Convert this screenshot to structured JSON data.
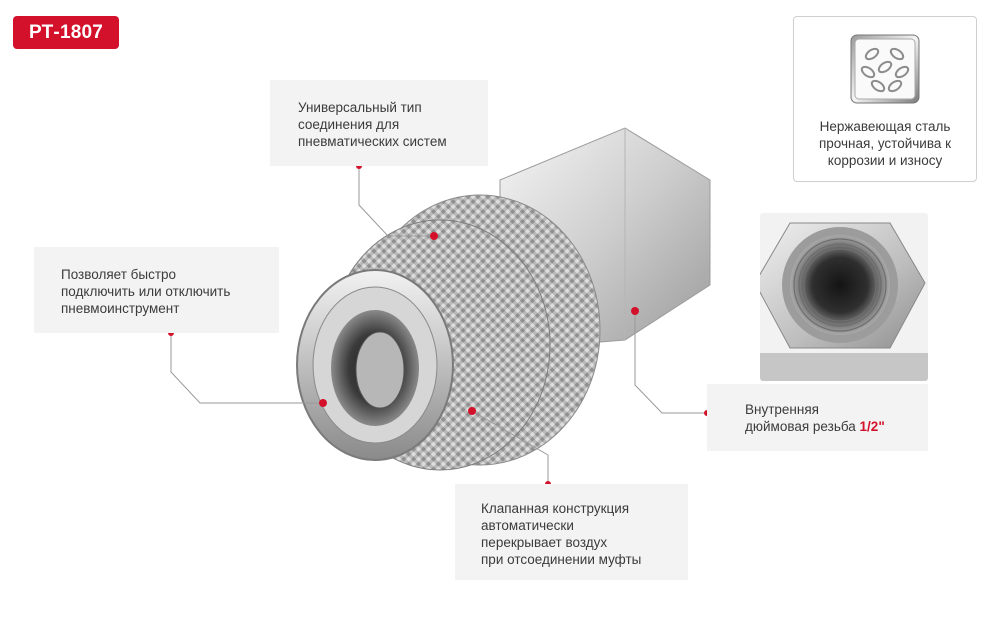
{
  "badge": {
    "label": "РТ-1807"
  },
  "callouts": {
    "universal": [
      "Универсальный тип",
      "соединения для",
      "пневматических систем"
    ],
    "quick": [
      "Позволяет быстро",
      "подключить или отключить",
      "пневмоинструмент"
    ],
    "valve": [
      "Клапанная конструкция",
      "автоматически",
      "перекрывает воздух",
      "при отсоединении муфты"
    ],
    "thread": {
      "line1": "Внутренняя",
      "line2": "дюймовая резьба ",
      "highlight": "1/2\""
    }
  },
  "material": {
    "icon": "stainless-steel-leaves-icon",
    "lines": [
      "Нержавеющая сталь",
      "прочная, устойчива к",
      "коррозии и износу"
    ]
  },
  "colors": {
    "accent": "#d3112b",
    "panel": "#f3f3f3",
    "metal": "#c9c9c9"
  }
}
